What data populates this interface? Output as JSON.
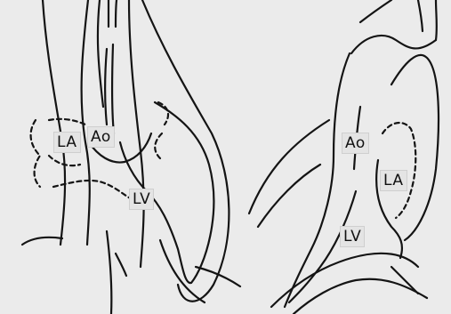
{
  "labels": {
    "left": {
      "la": "LA",
      "ao": "Ao",
      "lv": "LV"
    },
    "right": {
      "ao": "Ao",
      "la": "LA",
      "lv": "LV"
    }
  }
}
